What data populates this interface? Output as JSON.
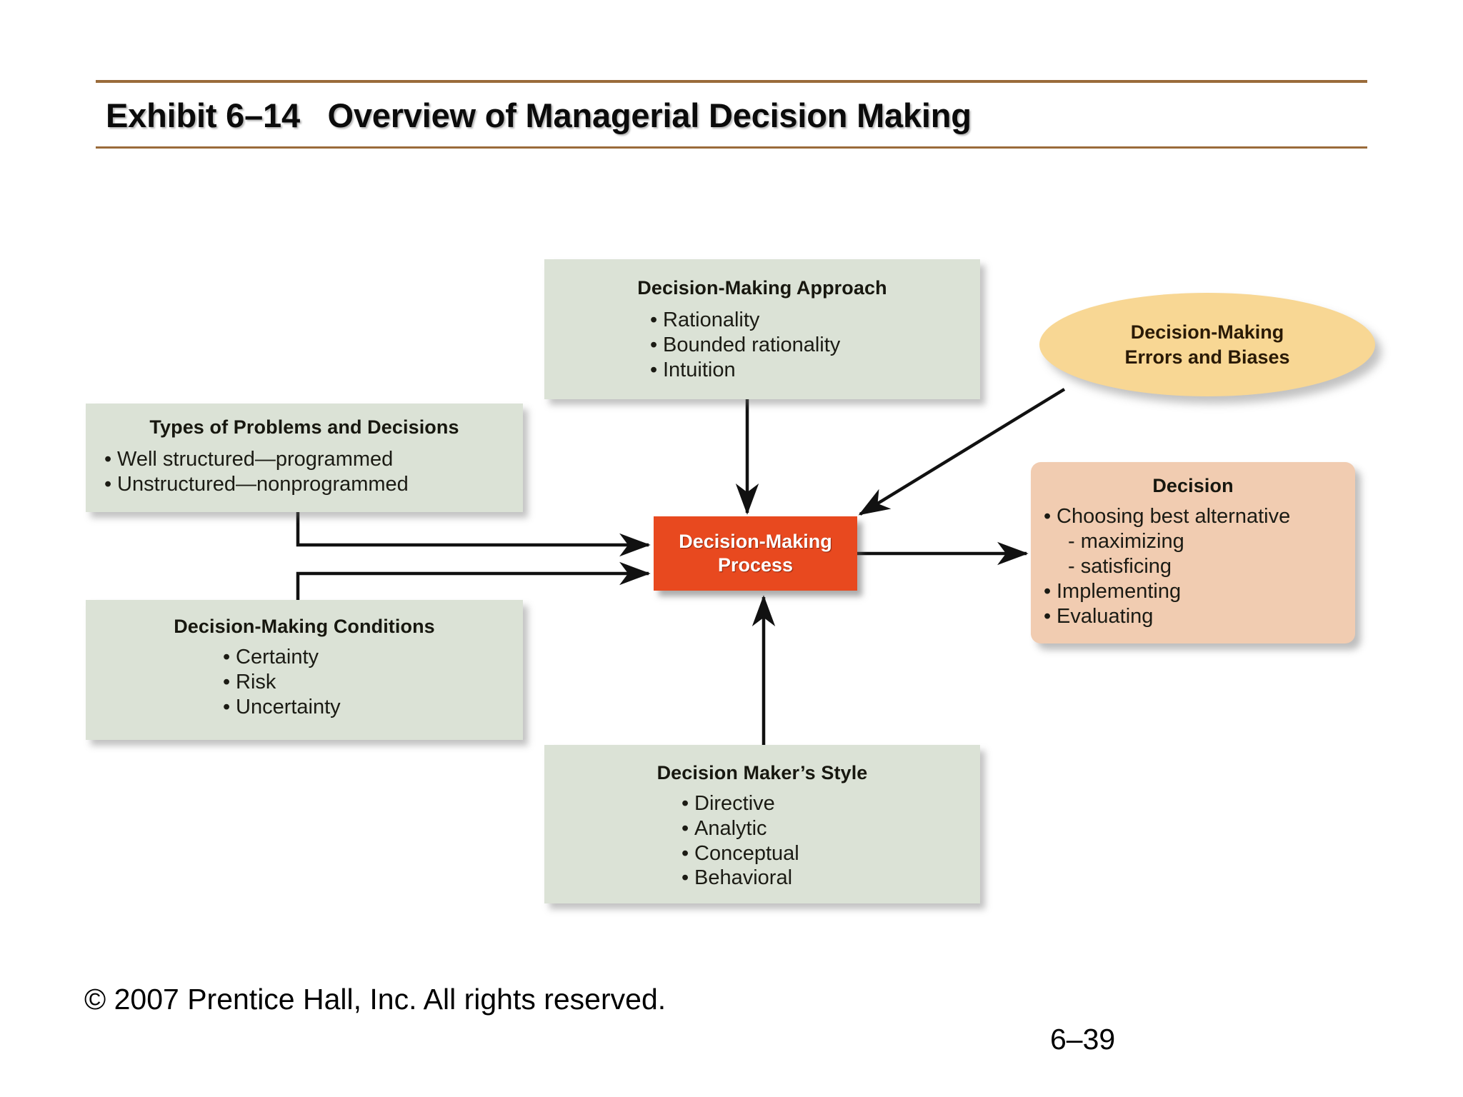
{
  "header": {
    "title": "Exhibit 6–14   Overview of Managerial Decision Making",
    "rule_color": "#9a6b3a"
  },
  "colors": {
    "green_box": "#dbe2d6",
    "peach_box": "#f1ccb1",
    "red_box": "#e8491f",
    "ellipse": "#f8d794",
    "arrow": "#111111"
  },
  "diagram": {
    "type": "flow-diagram",
    "nodes": [
      {
        "id": "types",
        "shape": "rectangle",
        "title": "Types of Problems and Decisions",
        "bullets": [
          "Well structured—programmed",
          "Unstructured—nonprogrammed"
        ]
      },
      {
        "id": "approach",
        "shape": "rectangle",
        "title": "Decision-Making Approach",
        "bullets": [
          "Rationality",
          "Bounded rationality",
          "Intuition"
        ]
      },
      {
        "id": "conditions",
        "shape": "rectangle",
        "title": "Decision-Making Conditions",
        "bullets": [
          "Certainty",
          "Risk",
          "Uncertainty"
        ]
      },
      {
        "id": "style",
        "shape": "rectangle",
        "title": "Decision Maker’s Style",
        "bullets": [
          "Directive",
          "Analytic",
          "Conceptual",
          "Behavioral"
        ]
      },
      {
        "id": "errors",
        "shape": "ellipse",
        "line1": "Decision-Making",
        "line2": "Errors and Biases"
      },
      {
        "id": "process",
        "shape": "rectangle",
        "line1": "Decision-Making",
        "line2": "Process"
      },
      {
        "id": "decision",
        "shape": "rounded-rectangle",
        "title": "Decision",
        "bullets": [
          "Choosing best alternative",
          "- maximizing",
          "- satisficing",
          "Implementing",
          "Evaluating"
        ]
      }
    ],
    "edges": [
      {
        "from": "approach",
        "to": "process",
        "style": "straight-down"
      },
      {
        "from": "errors",
        "to": "process",
        "style": "diagonal"
      },
      {
        "from": "types",
        "to": "process",
        "style": "elbow-right"
      },
      {
        "from": "conditions",
        "to": "process",
        "style": "elbow-right"
      },
      {
        "from": "style",
        "to": "process",
        "style": "straight-up"
      },
      {
        "from": "process",
        "to": "decision",
        "style": "straight-right"
      }
    ]
  },
  "footer": {
    "copyright": "© 2007 Prentice Hall, Inc. All rights reserved.",
    "page_number": "6–39"
  }
}
